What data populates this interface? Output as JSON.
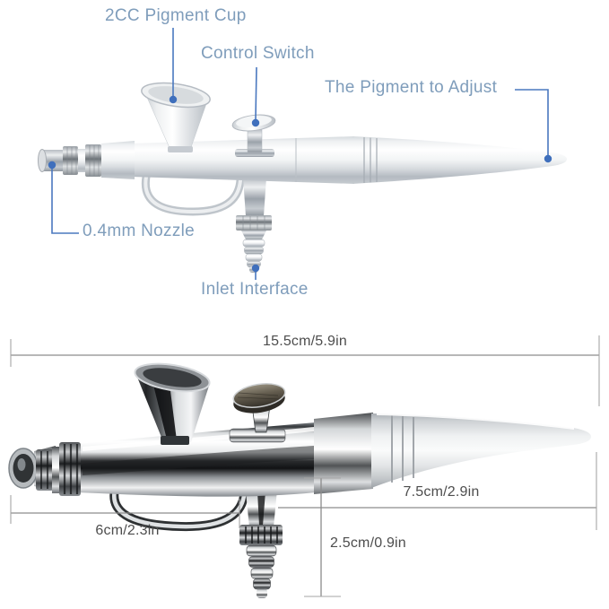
{
  "annotations": {
    "text_color": "#7F9DBB",
    "line_color": "#4A78BF",
    "dot_color": "#3F6FBC",
    "parts": [
      {
        "id": "pigment-cup",
        "text": "2CC Pigment Cup"
      },
      {
        "id": "control-switch",
        "text": "Control Switch"
      },
      {
        "id": "pigment-adjust",
        "text": "The Pigment to Adjust"
      },
      {
        "id": "nozzle",
        "text": "0.4mm Nozzle"
      },
      {
        "id": "inlet-interface",
        "text": "Inlet Interface"
      }
    ]
  },
  "dimensions": {
    "line_color": "#8C8C8C",
    "text_color": "#4D4D4D",
    "measurements": [
      {
        "id": "overall-length",
        "text": "15.5cm/5.9in"
      },
      {
        "id": "handle-length",
        "text": "7.5cm/2.9in"
      },
      {
        "id": "front-length",
        "text": "6cm/2.3in"
      },
      {
        "id": "inlet-height",
        "text": "2.5cm/0.9in"
      }
    ]
  },
  "background": "#FFFFFF"
}
